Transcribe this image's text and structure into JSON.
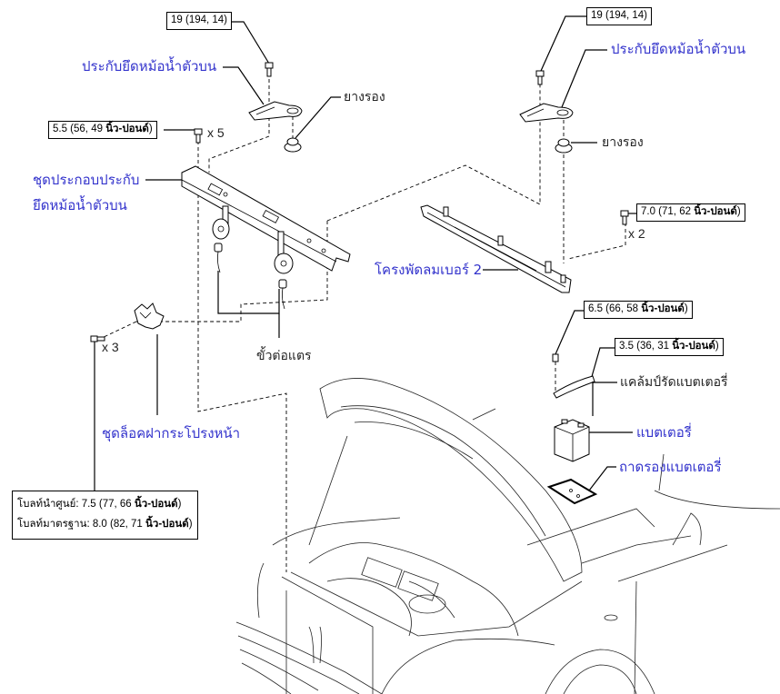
{
  "diagram": {
    "title": "Radiator support / battery components exploded view",
    "colors": {
      "part_label": "#3333cc",
      "text": "#222222",
      "line": "#000000"
    }
  },
  "torque_specs": {
    "upper_left_bolt": {
      "value": "19 (194, 14)"
    },
    "upper_right_bolt": {
      "value": "19 (194, 14)"
    },
    "support_bolt": {
      "value": "5.5 (56, 49 ",
      "unit": "นิ้ว-ปอนด์",
      "close": ")"
    },
    "fan_bracket_bolt": {
      "value": "7.0 (71, 62 ",
      "unit": "นิ้ว-ปอนด์",
      "close": ")"
    },
    "clamp_nut": {
      "value": "6.5 (66, 58 ",
      "unit": "นิ้ว-ปอนด์",
      "close": ")"
    },
    "clamp_bolt": {
      "value": "3.5 (36, 31 ",
      "unit": "นิ้ว-ปอนด์",
      "close": ")"
    },
    "hood_lock_bolts": {
      "line1_prefix": "โบลท์นำศูนย์: 7.5 (77, 66 ",
      "line1_unit": "นิ้ว-ปอนด์",
      "line1_close": ")",
      "line2_prefix": "โบลท์มาตรฐาน: 8.0 (82, 71 ",
      "line2_unit": "นิ้ว-ปอนด์",
      "line2_close": ")"
    }
  },
  "quantities": {
    "support_bolt": "x 5",
    "fan_bracket_bolt": "x 2",
    "hood_lock_bolt": "x 3"
  },
  "part_labels": {
    "upper_radiator_support_left": "ประกับยึดหม้อน้ำตัวบน",
    "upper_radiator_support_right": "ประกับยึดหม้อน้ำตัวบน",
    "cushion_left": "ยางรอง",
    "cushion_right": "ยางรอง",
    "support_assembly_line1": "ชุดประกอบประกับ",
    "support_assembly_line2": "ยึดหม้อน้ำตัวบน",
    "fan_bracket_no2": "โครงพัดลมเบอร์ 2",
    "horn_connector": "ขั้วต่อแตร",
    "hood_lock_assembly": "ชุดล็อคฝากระโปรงหน้า",
    "battery_clamp": "แคล้มป์รัดแบตเตอรี่",
    "battery": "แบตเตอรี่",
    "battery_tray": "ถาดรองแบตเตอรี่"
  }
}
